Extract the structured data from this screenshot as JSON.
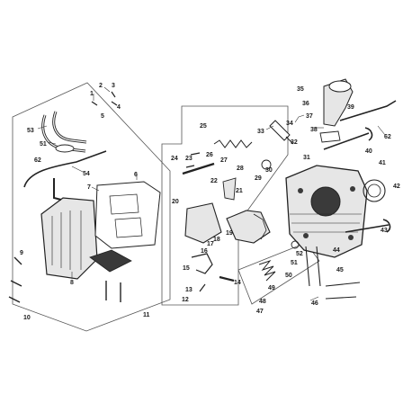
{
  "diagram": {
    "type": "exploded-parts-diagram",
    "colors": {
      "line": "#222222",
      "frame": "#555555",
      "part_fill": "#e6e6e6",
      "dark_fill": "#3a3a3a",
      "background": "#ffffff"
    },
    "labels": {
      "l1": "1",
      "l2": "2",
      "l3": "3",
      "l4": "4",
      "l5": "5",
      "l6": "6",
      "l7": "7",
      "l8": "8",
      "l9": "9",
      "l10": "10",
      "l11": "11",
      "l12": "12",
      "l13": "13",
      "l14": "14",
      "l15": "15",
      "l16": "16",
      "l17": "17",
      "l18": "18",
      "l19": "19",
      "l20": "20",
      "l21": "21",
      "l22": "22",
      "l23": "23",
      "l24": "24",
      "l25": "25",
      "l26": "26",
      "l27": "27",
      "l28": "28",
      "l29": "29",
      "l30": "30",
      "l31": "31",
      "l32": "32",
      "l33": "33",
      "l34": "34",
      "l35": "35",
      "l36": "36",
      "l37": "37",
      "l38": "38",
      "l39": "39",
      "l40": "40",
      "l41": "41",
      "l42": "42",
      "l43": "43",
      "l44": "44",
      "l45": "45",
      "l46": "46",
      "l47": "47",
      "l48": "48",
      "l49": "49",
      "l50": "50",
      "l51": "51",
      "l52": "52",
      "l53": "53",
      "l54": "54",
      "l62a": "62",
      "l62b": "62"
    }
  }
}
